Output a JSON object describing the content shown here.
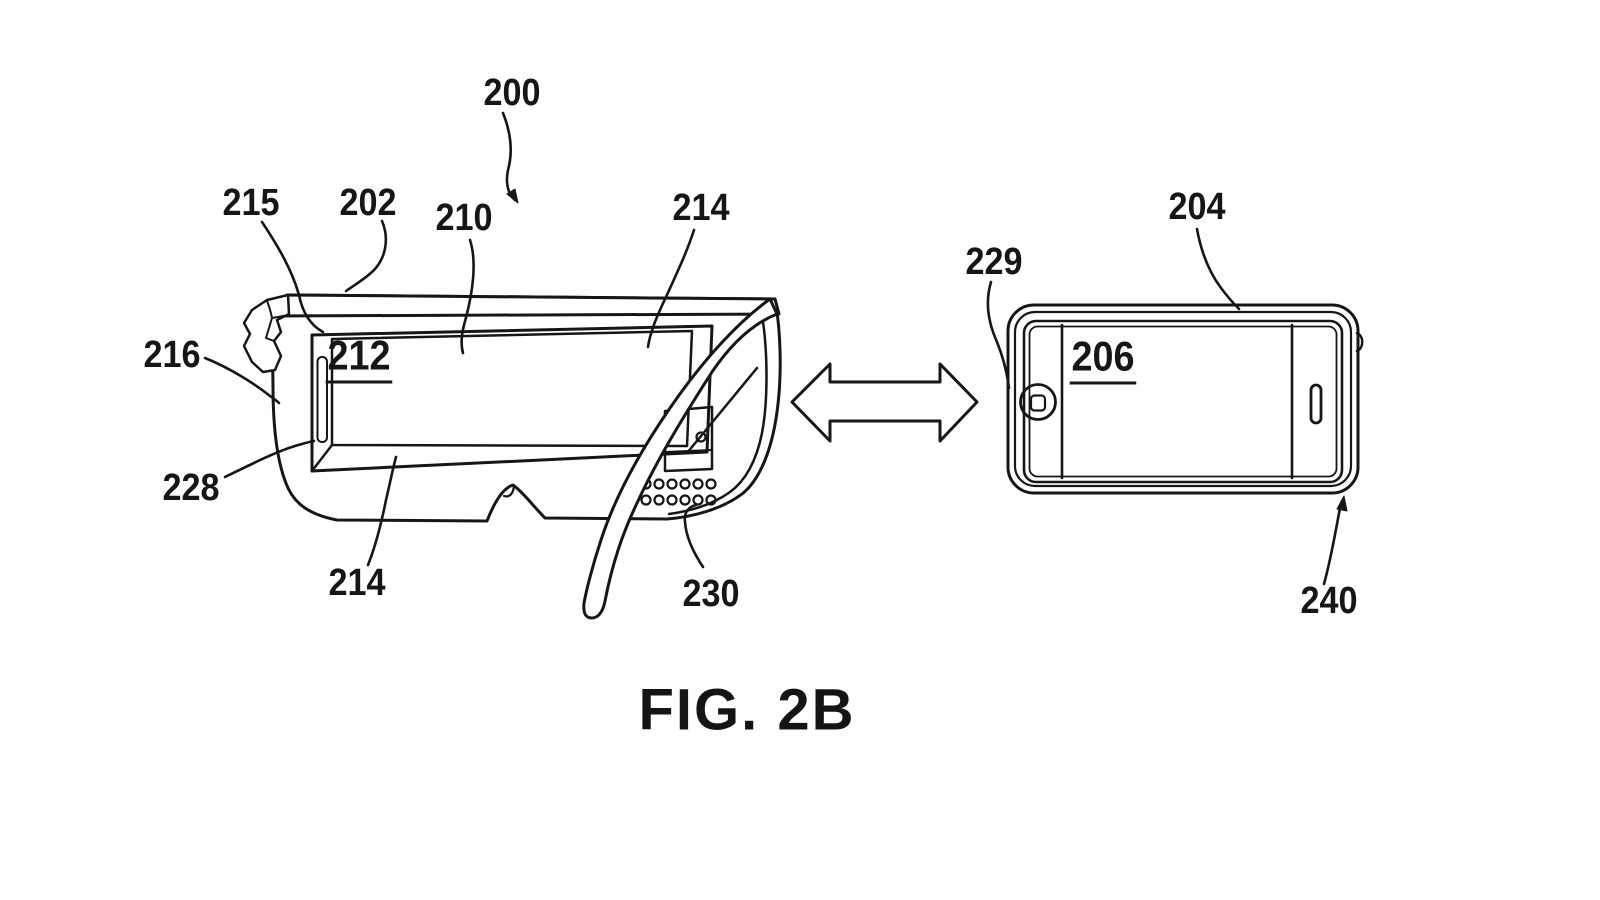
{
  "figure": {
    "caption": "FIG. 2B",
    "kind": "patent-line-drawing"
  },
  "labels": {
    "l200": "200",
    "l202": "202",
    "l204": "204",
    "l206": "206",
    "l210": "210",
    "l212": "212",
    "l214_top": "214",
    "l214_bottom": "214",
    "l215": "215",
    "l216": "216",
    "l228": "228",
    "l229": "229",
    "l230": "230",
    "l240": "240"
  },
  "colors": {
    "ink": "#161616",
    "paper": "#ffffff"
  }
}
